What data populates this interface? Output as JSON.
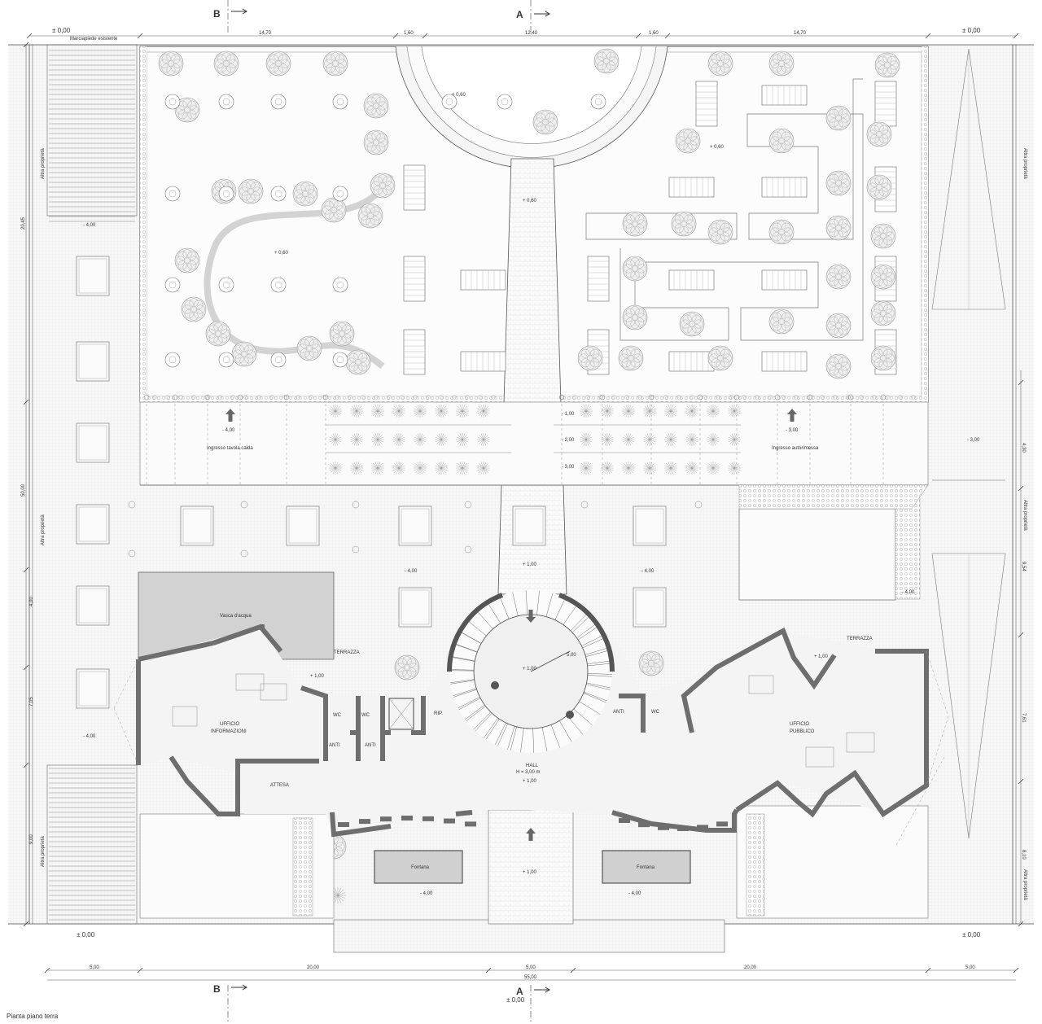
{
  "section_marks": {
    "a": "A",
    "b": "B"
  },
  "elevations": {
    "top_left": "± 0,00",
    "top_right": "± 0,00",
    "bottom_left": "± 0,00",
    "bottom_right": "± 0,00",
    "bottom_center": "± 0,00",
    "garden_round": "+ 0,60",
    "garden_left": "+ 0,60",
    "garden_right": "+ 0,60",
    "path": "+ 0,60",
    "tier_1": "- 1,00",
    "tier_2": "- 2,00",
    "tier_3": "- 3,00",
    "court_left_1": "- 4,00",
    "court_left_2": "- 4,00",
    "court_left_3": "- 4,00",
    "court_mid_left": "- 4,00",
    "court_mid_right": "- 4,00",
    "court_right": "- 3,00",
    "right_wing_side": "- 4,00",
    "ramp_left": "- 4,00",
    "ramp_right": "- 3,00",
    "hall_top": "+ 1,00",
    "hall_center": "+ 1,00",
    "hall_front": "+ 1,00",
    "entrance_front": "+ 1,00",
    "terrace_left": "+ 1,00",
    "terrace_right": "+ 1,00",
    "fountain_left": "- 4,00",
    "fountain_right": "- 4,00"
  },
  "labels": {
    "sidewalk": "Marciapiede esistente",
    "entrance_restaurant": "Ingresso tavola calda",
    "entrance_parking": "Ingresso autorimessa",
    "water_tank": "Vasca d'acqua",
    "terrace_left": "TERRAZZA",
    "terrace_right": "TERRAZZA",
    "info_office": [
      "UFFICIO",
      "INFORMAZIONI"
    ],
    "public_office": [
      "UFFICIO",
      "PUBBLICO"
    ],
    "waiting": "ATTESA",
    "wc_1": "WC",
    "wc_2": "WC",
    "wc_3": "WC",
    "anti_1": "ANTI",
    "anti_2": "ANTI",
    "anti_3": "ANTI",
    "storage": "RIP.",
    "hall": "HALL",
    "hall_height": "H = 3,00 m",
    "fountain_left": "Fontana",
    "fountain_right": "Fontana",
    "other_property": "Altra proprietà",
    "caption": "Pianta piano terra",
    "stair_radius": "5,00"
  },
  "dimensions": {
    "top": [
      "14,70",
      "1,60",
      "12,40",
      "1,60",
      "14,70"
    ],
    "bottom": [
      "5,00",
      "20,00",
      "5,00",
      "20,00",
      "5,00"
    ],
    "bottom_total": "55,00",
    "left": [
      "20,45",
      "50,00",
      "4,00",
      "7,05",
      "9,00"
    ],
    "right": [
      "4,30",
      "9,54",
      "7,61",
      "8,10"
    ]
  },
  "colors": {
    "line": "#555555",
    "wall": "#6e6e6e",
    "water": "#cfcfcf",
    "tree": "#9a9a9a"
  },
  "icons": {
    "arrows": "up-arrow-icon",
    "trees": "tree-icon",
    "stairs": "stair-icon",
    "north": "section-arrow-icon"
  }
}
